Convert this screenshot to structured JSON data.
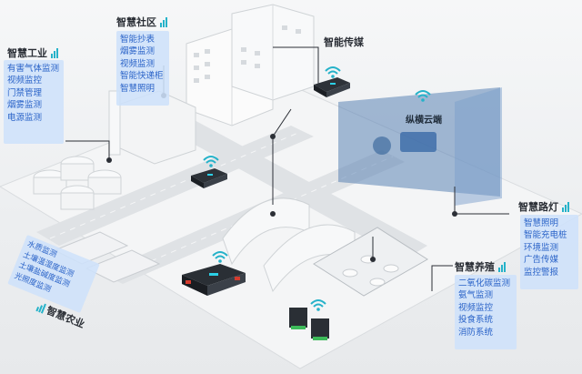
{
  "sections": {
    "industry": {
      "title": "智慧工业",
      "items": [
        "有害气体监测",
        "视频监控",
        "门禁管理",
        "烟雾监测",
        "电源监测"
      ]
    },
    "community": {
      "title": "智慧社区",
      "items": [
        "智能抄表",
        "烟雾监测",
        "视频监测",
        "智能快递柜",
        "智慧照明"
      ]
    },
    "media": {
      "title": "智能传媒"
    },
    "cloud": {
      "title": "纵横云端"
    },
    "streetlight": {
      "title": "智慧路灯",
      "items": [
        "智慧照明",
        "智能充电桩",
        "环境监测",
        "广告传媒",
        "监控警报"
      ]
    },
    "breeding": {
      "title": "智慧养殖",
      "items": [
        "二氧化碳监测",
        "氨气监测",
        "视频监控",
        "投食系统",
        "消防系统"
      ]
    },
    "agriculture": {
      "title": "智慧农业",
      "items": [
        "水质监测",
        "土壤温湿度监测",
        "土壤盐碱度监测",
        "光照度监测"
      ]
    }
  },
  "colors": {
    "accent": "#2a63c8",
    "panel": "#cee1fa",
    "bars": "#25b2c9"
  },
  "icons": [
    "wifi-icon",
    "gateway-device-icon",
    "signal-bars-icon"
  ]
}
